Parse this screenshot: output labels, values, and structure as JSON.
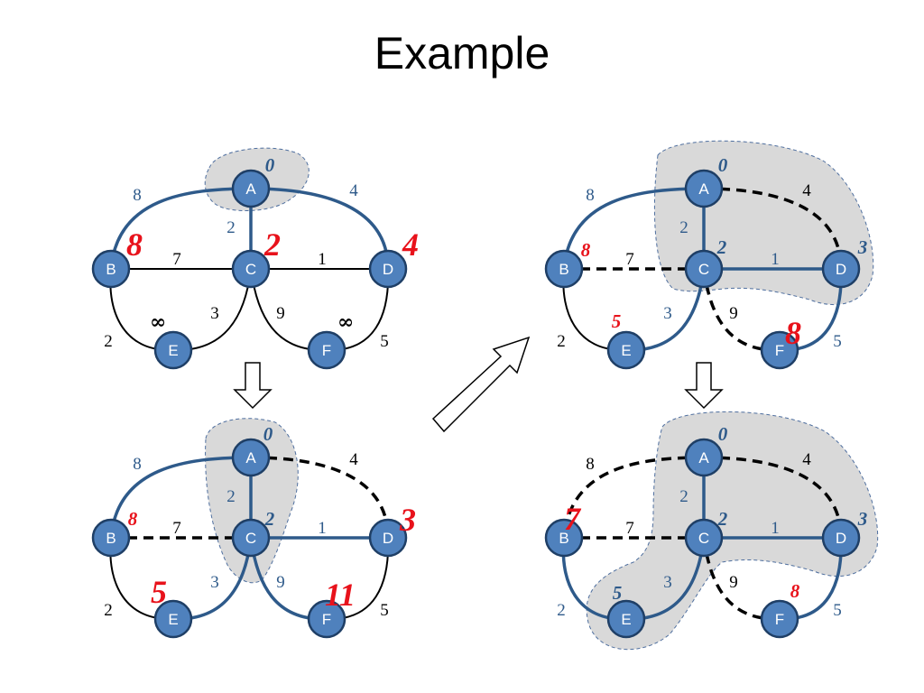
{
  "title": "Example",
  "nodes": [
    "A",
    "B",
    "C",
    "D",
    "E",
    "F"
  ],
  "panels": [
    {
      "id": "top-left",
      "edges": {
        "AB": {
          "weight": "8",
          "style": "blue"
        },
        "AD": {
          "weight": "4",
          "style": "blue"
        },
        "AC": {
          "weight": "2",
          "style": "blue"
        },
        "BC": {
          "weight": "7",
          "style": "black"
        },
        "CD": {
          "weight": "1",
          "style": "black"
        },
        "BE": {
          "weight": "2",
          "style": "black"
        },
        "EC": {
          "weight": "3",
          "style": "black"
        },
        "CF": {
          "weight": "9",
          "style": "black"
        },
        "FD": {
          "weight": "5",
          "style": "black"
        }
      },
      "distances": {
        "A": {
          "value": "0",
          "style": "small-blue"
        },
        "B": {
          "value": "8",
          "style": "big"
        },
        "C": {
          "value": "2",
          "style": "big"
        },
        "D": {
          "value": "4",
          "style": "big"
        },
        "E": {
          "value": "∞",
          "style": "inf"
        },
        "F": {
          "value": "∞",
          "style": "inf"
        }
      }
    },
    {
      "id": "bottom-left",
      "edges": {
        "AB": {
          "weight": "8",
          "style": "blue"
        },
        "AD": {
          "weight": "4",
          "style": "dash"
        },
        "AC": {
          "weight": "2",
          "style": "blue"
        },
        "BC": {
          "weight": "7",
          "style": "dash"
        },
        "CD": {
          "weight": "1",
          "style": "blue"
        },
        "BE": {
          "weight": "2",
          "style": "black"
        },
        "EC": {
          "weight": "3",
          "style": "blue"
        },
        "CF": {
          "weight": "9",
          "style": "blue"
        },
        "FD": {
          "weight": "5",
          "style": "black"
        }
      },
      "distances": {
        "A": {
          "value": "0",
          "style": "small-blue"
        },
        "B": {
          "value": "8",
          "style": "small-red"
        },
        "C": {
          "value": "2",
          "style": "small-blue"
        },
        "D": {
          "value": "3",
          "style": "big"
        },
        "E": {
          "value": "5",
          "style": "big"
        },
        "F": {
          "value": "11",
          "style": "big"
        }
      }
    },
    {
      "id": "top-right",
      "edges": {
        "AB": {
          "weight": "8",
          "style": "blue"
        },
        "AD": {
          "weight": "4",
          "style": "dash"
        },
        "AC": {
          "weight": "2",
          "style": "blue"
        },
        "BC": {
          "weight": "7",
          "style": "dash"
        },
        "CD": {
          "weight": "1",
          "style": "blue"
        },
        "BE": {
          "weight": "2",
          "style": "black"
        },
        "EC": {
          "weight": "3",
          "style": "blue"
        },
        "CF": {
          "weight": "9",
          "style": "dash"
        },
        "FD": {
          "weight": "5",
          "style": "blue"
        }
      },
      "distances": {
        "A": {
          "value": "0",
          "style": "small-blue"
        },
        "B": {
          "value": "8",
          "style": "small-red"
        },
        "C": {
          "value": "2",
          "style": "small-blue"
        },
        "D": {
          "value": "3",
          "style": "small-blue"
        },
        "E": {
          "value": "5",
          "style": "small-red"
        },
        "F": {
          "value": "8",
          "style": "big"
        }
      }
    },
    {
      "id": "bottom-right",
      "edges": {
        "AB": {
          "weight": "8",
          "style": "dash"
        },
        "AD": {
          "weight": "4",
          "style": "dash"
        },
        "AC": {
          "weight": "2",
          "style": "blue"
        },
        "BC": {
          "weight": "7",
          "style": "dash"
        },
        "CD": {
          "weight": "1",
          "style": "blue"
        },
        "BE": {
          "weight": "2",
          "style": "blue"
        },
        "EC": {
          "weight": "3",
          "style": "blue"
        },
        "CF": {
          "weight": "9",
          "style": "dash"
        },
        "FD": {
          "weight": "5",
          "style": "blue"
        }
      },
      "distances": {
        "A": {
          "value": "0",
          "style": "small-blue"
        },
        "B": {
          "value": "7",
          "style": "big"
        },
        "C": {
          "value": "2",
          "style": "small-blue"
        },
        "D": {
          "value": "3",
          "style": "small-blue"
        },
        "E": {
          "value": "5",
          "style": "small-blue"
        },
        "F": {
          "value": "8",
          "style": "small-red"
        }
      }
    }
  ]
}
